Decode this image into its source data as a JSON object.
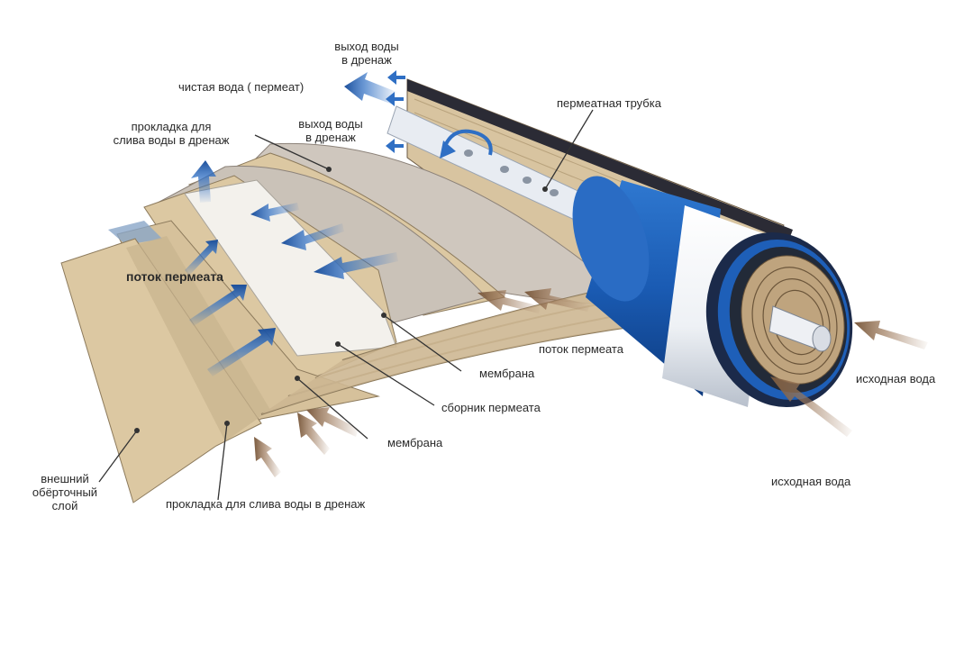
{
  "labels": {
    "drain_out_top": [
      "выход воды",
      "в дренаж"
    ],
    "clean_water": "чистая вода ( пермеат)",
    "drain_out_mid": [
      "выход воды",
      "в дренаж"
    ],
    "drain_spacer_top": [
      "прокладка для",
      "слива воды в дренаж"
    ],
    "permeate_tube": "пермеатная трубка",
    "permeate_flow_left": "поток пермеата",
    "permeate_flow_right": "поток пермеата",
    "membrane_upper": "мембрана",
    "permeate_collector": "сборник пермеата",
    "membrane_lower": "мембрана",
    "feed_water_right": "исходная вода",
    "feed_water_bottom": "исходная вода",
    "outer_wrap": [
      "внешний",
      "обёрточный",
      "слой"
    ],
    "drain_spacer_bottom": "прокладка для слива воды в дренаж"
  },
  "colors": {
    "tan_sheet": "#dcc8a2",
    "tan_dark": "#c4ad85",
    "gray_membrane": "#cfc7be",
    "white_collector": "#f3f1ec",
    "cylinder_blue": "#1b4f9c",
    "arrow_blue": "#2f6fc4",
    "arrow_brown": "#8a6a4a"
  }
}
